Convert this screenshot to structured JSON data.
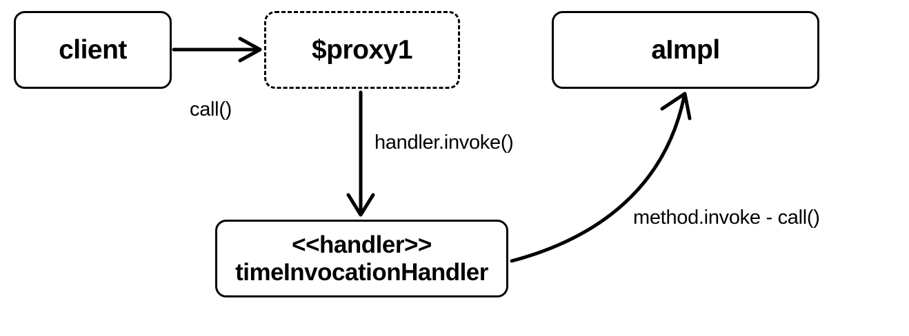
{
  "nodes": {
    "client": "client",
    "proxy": "$proxy1",
    "impl": "aImpl",
    "handler_stereotype": "<<handler>>",
    "handler_name": "timeInvocationHandler"
  },
  "edge_labels": {
    "client_to_proxy": "call()",
    "proxy_to_handler": "handler.invoke()",
    "handler_to_impl": "method.invoke - call()"
  }
}
